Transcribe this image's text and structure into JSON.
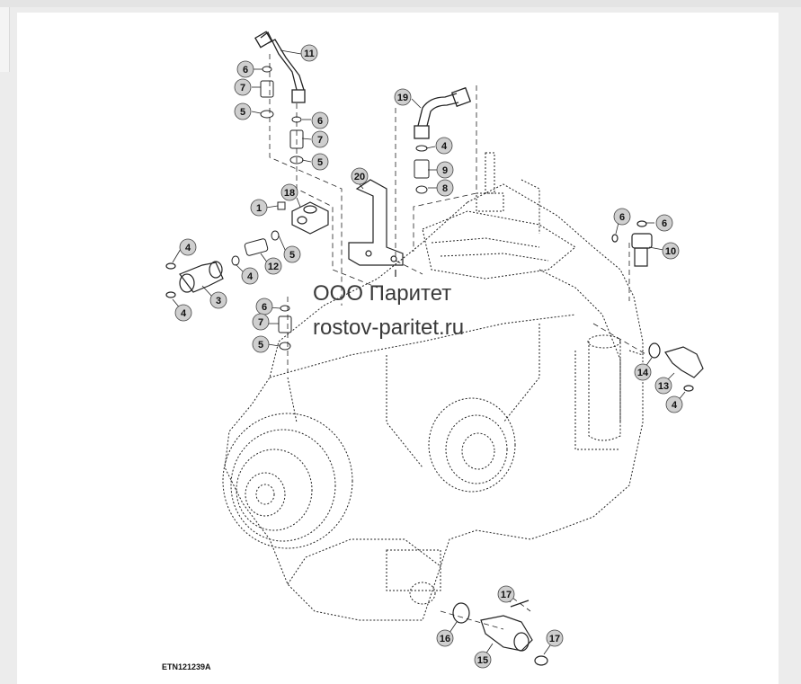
{
  "watermark": {
    "company": "ООО Паритет",
    "site": "rostov-paritet.ru"
  },
  "figure_id": "ETN121239A",
  "callouts": [
    {
      "id": "c11a",
      "label": "11"
    },
    {
      "id": "c6a",
      "label": "6"
    },
    {
      "id": "c7a",
      "label": "7"
    },
    {
      "id": "c5a",
      "label": "5"
    },
    {
      "id": "c6b",
      "label": "6"
    },
    {
      "id": "c7b",
      "label": "7"
    },
    {
      "id": "c5b",
      "label": "5"
    },
    {
      "id": "c19",
      "label": "19"
    },
    {
      "id": "c4a",
      "label": "4"
    },
    {
      "id": "c9",
      "label": "9"
    },
    {
      "id": "c8",
      "label": "8"
    },
    {
      "id": "c20",
      "label": "20"
    },
    {
      "id": "c18",
      "label": "18"
    },
    {
      "id": "c1",
      "label": "1"
    },
    {
      "id": "c5c",
      "label": "5"
    },
    {
      "id": "c12",
      "label": "12"
    },
    {
      "id": "c4b",
      "label": "4"
    },
    {
      "id": "c4c",
      "label": "4"
    },
    {
      "id": "c3",
      "label": "3"
    },
    {
      "id": "c4d",
      "label": "4"
    },
    {
      "id": "c6c",
      "label": "6"
    },
    {
      "id": "c7c",
      "label": "7"
    },
    {
      "id": "c5d",
      "label": "5"
    },
    {
      "id": "c6d",
      "label": "6"
    },
    {
      "id": "c6e",
      "label": "6"
    },
    {
      "id": "c10",
      "label": "10"
    },
    {
      "id": "c14",
      "label": "14"
    },
    {
      "id": "c13",
      "label": "13"
    },
    {
      "id": "c4e",
      "label": "4"
    },
    {
      "id": "c17a",
      "label": "17"
    },
    {
      "id": "c16",
      "label": "16"
    },
    {
      "id": "c15",
      "label": "15"
    },
    {
      "id": "c17b",
      "label": "17"
    }
  ],
  "colors": {
    "line": "#222222",
    "callout_fill": "#cfcfcf",
    "sheet": "#ffffff",
    "background": "#ececec"
  }
}
